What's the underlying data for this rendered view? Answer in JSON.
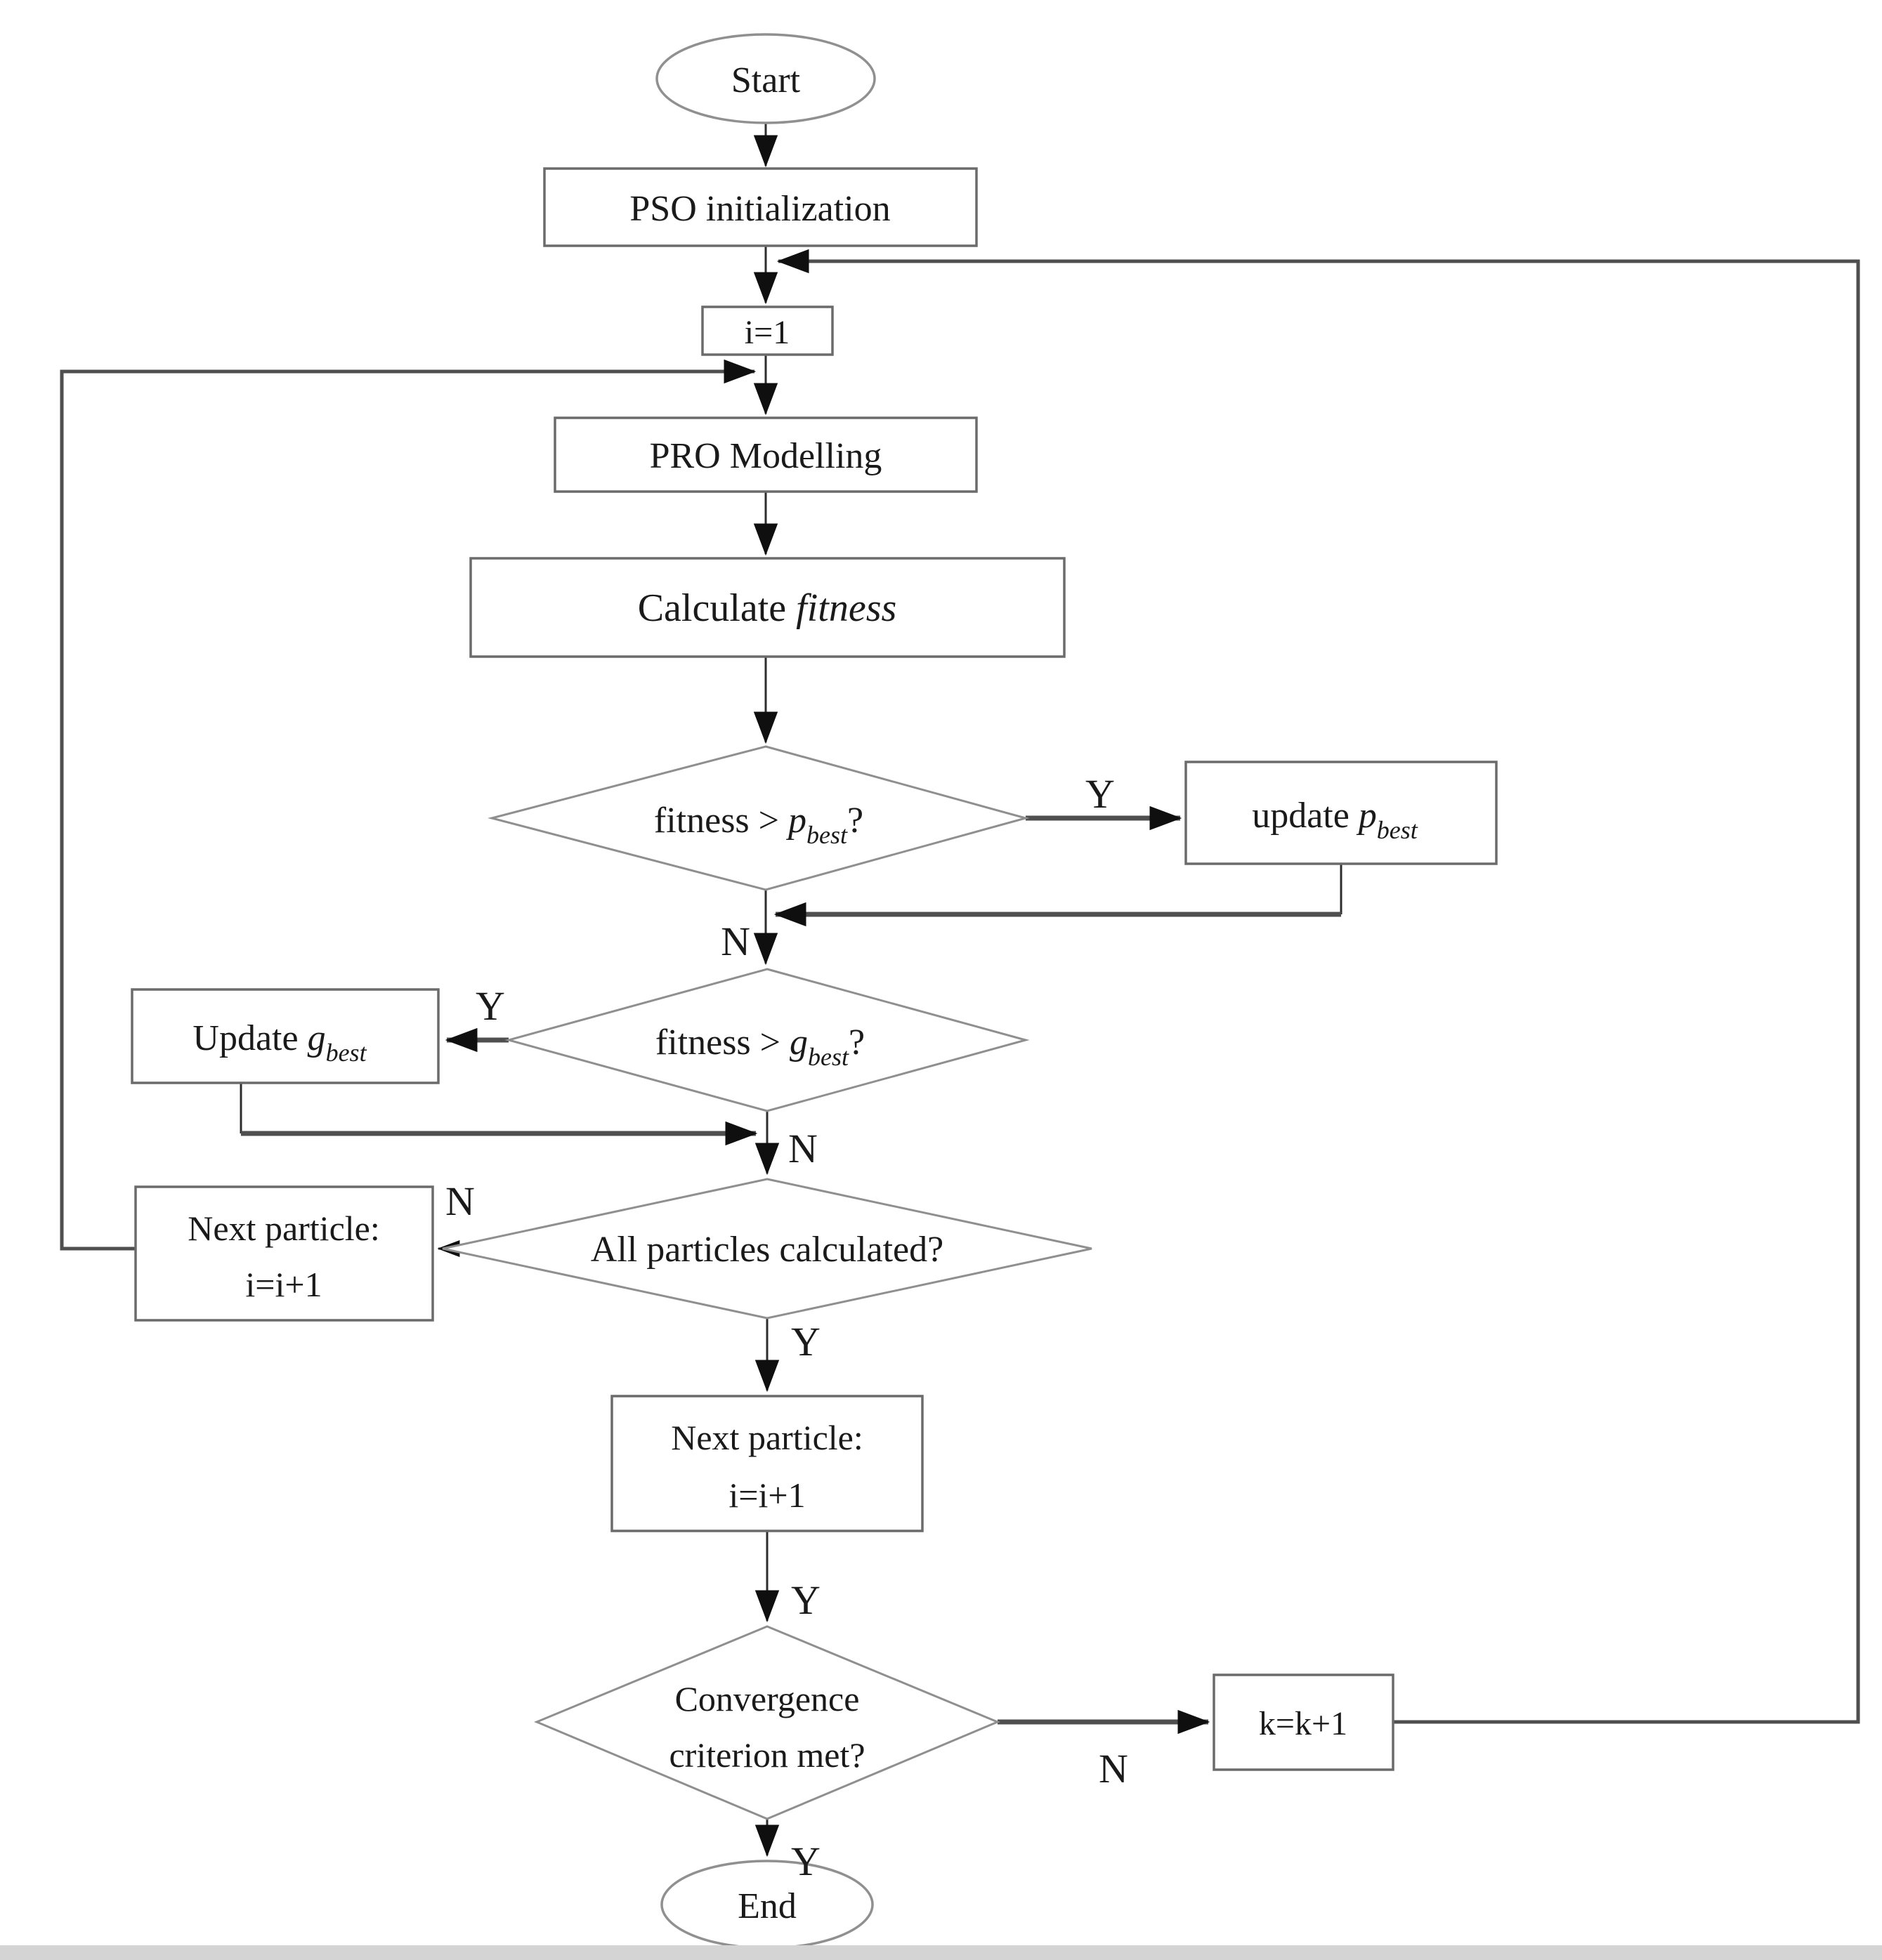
{
  "figure": {
    "type": "flowchart",
    "title": "PSO optimization flowchart",
    "colors": {
      "background": "#ffffff",
      "line": "#2d2d2d",
      "connector": "#4f4f4f",
      "box_stroke": "#6b6b6b",
      "diamond_stroke": "#8f8f8f",
      "text": "#1a1a1a",
      "arrow": "#0f0f0f",
      "bottom_bar": "#d4d4d4"
    }
  },
  "nodes": {
    "start": {
      "label": "Start"
    },
    "pso_init": {
      "label": "PSO initialization"
    },
    "i_init": {
      "label": "i=1"
    },
    "pro_modelling": {
      "label": "PRO Modelling"
    },
    "calc_fitness": {
      "prefix": "Calculate ",
      "italic": "fitness"
    },
    "dec_pbest": {
      "prefix": "fitness > ",
      "var": "p",
      "sub": "best",
      "suffix": "?"
    },
    "update_pbest": {
      "prefix": "update ",
      "var": "p",
      "sub": "best"
    },
    "dec_gbest": {
      "prefix": "fitness > ",
      "var": "g",
      "sub": "best",
      "suffix": "?"
    },
    "update_gbest": {
      "prefix": "Update ",
      "var": "g",
      "sub": "best"
    },
    "dec_all_particles": {
      "label": "All particles calculated?"
    },
    "next_particle_loop": {
      "line1": "Next particle:",
      "line2": "i=i+1"
    },
    "next_particle": {
      "line1": "Next particle:",
      "line2": "i=i+1"
    },
    "dec_convergence": {
      "line1": "Convergence",
      "line2": "criterion met?"
    },
    "k_increment": {
      "label": "k=k+1"
    },
    "end": {
      "label": "End"
    }
  },
  "edge_labels": {
    "pbest_yes": "Y",
    "pbest_no": "N",
    "gbest_yes": "Y",
    "gbest_no": "N",
    "all_no": "N",
    "all_yes": "Y",
    "next_yes": "Y",
    "conv_no": "N",
    "conv_yes": "Y"
  }
}
